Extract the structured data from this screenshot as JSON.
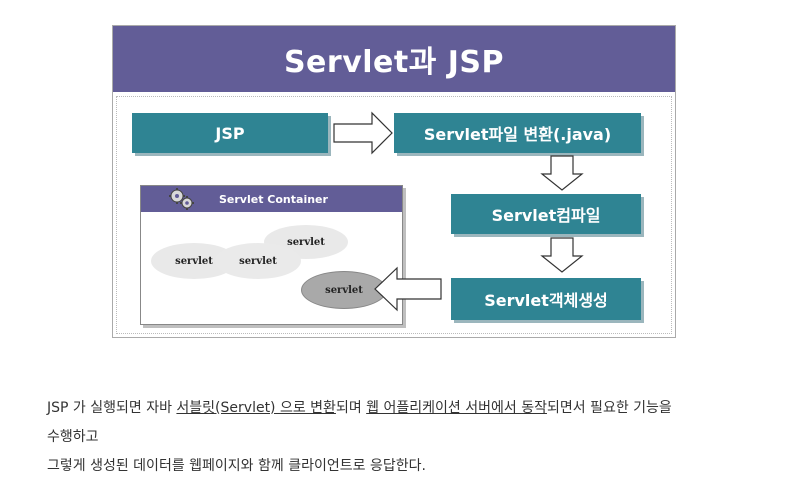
{
  "diagram": {
    "title": "Servlet과 JSP",
    "boxes": {
      "jsp": "JSP",
      "convert": "Servlet파일 변환(.java)",
      "compile": "Servlet컴파일",
      "instantiate": "Servlet객체생성"
    },
    "container": {
      "title": "Servlet Container",
      "servlets": [
        "servlet",
        "servlet",
        "servlet",
        "servlet"
      ]
    }
  },
  "description": {
    "line1_parts": [
      "JSP 가 실행되면 자바 ",
      "서블릿(Servlet) 으로 변환",
      "되며 ",
      "웹 어플리케이션 서버에서 동작",
      "되면서 필요한 기능을"
    ],
    "line2": "수행하고",
    "line3": "그렇게 생성된 데이터를 웹페이지와 함께 클라이언트로 응답한다."
  },
  "colors": {
    "title_bg": "#625d97",
    "box_bg": "#2f8493"
  }
}
